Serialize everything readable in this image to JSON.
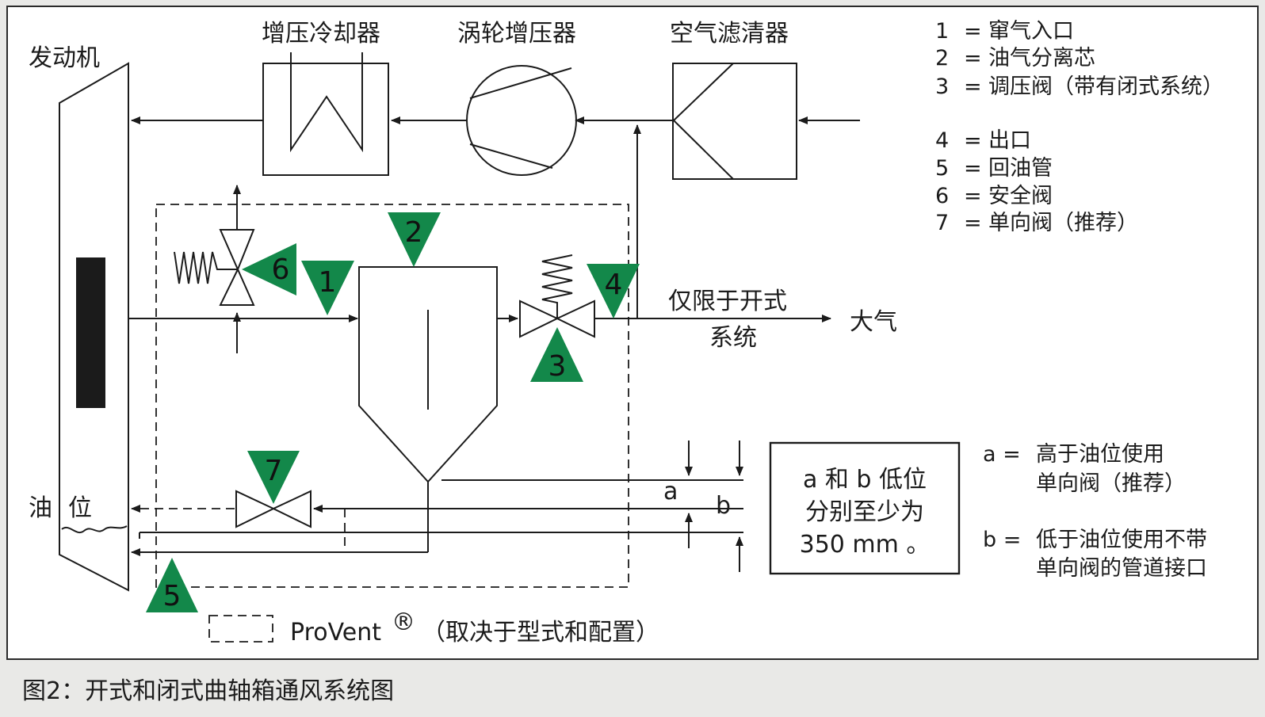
{
  "labels": {
    "engine": "发动机",
    "intercooler": "增压冷却器",
    "turbo": "涡轮增压器",
    "air_filter": "空气滤清器",
    "oil_level_1": "油",
    "oil_level_2": "位",
    "open_only_1": "仅限于开式",
    "open_only_2": "系统",
    "atmosphere": "大气",
    "dim_a": "a",
    "dim_b": "b",
    "note_1": "a 和 b 低位",
    "note_2": "分别至少为",
    "note_3": "350 mm 。",
    "provent_name": "ProVent",
    "provent_mark": "®",
    "provent_desc": "（取决于型式和配置）"
  },
  "markers": [
    "1",
    "2",
    "3",
    "4",
    "5",
    "6",
    "7"
  ],
  "legend": [
    {
      "num": "1",
      "eq": "=",
      "text": "窜气入口"
    },
    {
      "num": "2",
      "eq": "=",
      "text": "油气分离芯"
    },
    {
      "num": "3",
      "eq": "=",
      "text": "调压阀（带有闭式系统）"
    },
    {
      "num": "4",
      "eq": "=",
      "text": "出口"
    },
    {
      "num": "5",
      "eq": "=",
      "text": "回油管"
    },
    {
      "num": "6",
      "eq": "=",
      "text": "安全阀"
    },
    {
      "num": "7",
      "eq": "=",
      "text": "单向阀（推荐）"
    }
  ],
  "ab_legend": {
    "a_key": "a =",
    "a_line1": "高于油位使用",
    "a_line2": "单向阀（推荐）",
    "b_key": "b =",
    "b_line1": "低于油位使用不带",
    "b_line2": "单向阀的管道接口"
  },
  "caption": "图2：开式和闭式曲轴箱通风系统图",
  "colors": {
    "marker_green": "#13884a",
    "panel_bg": "#ffffff",
    "page_bg": "#e9e9e7",
    "line": "#1b1b1b"
  }
}
